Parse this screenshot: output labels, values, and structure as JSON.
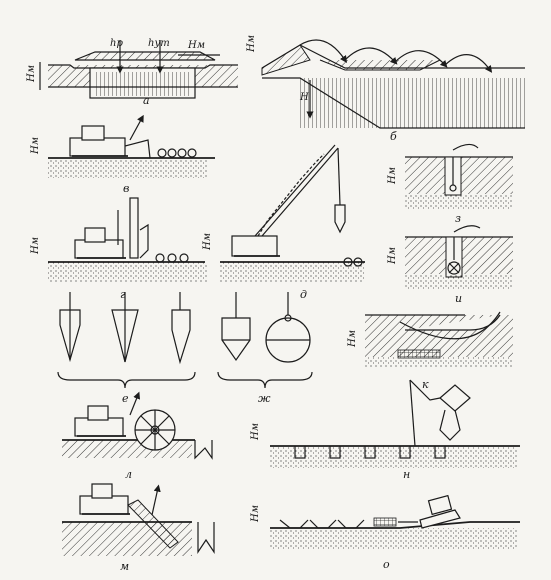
{
  "figure": {
    "panel_labels": {
      "a": "а",
      "b": "б",
      "v": "в",
      "g": "г",
      "d": "д",
      "e": "е",
      "zh": "ж",
      "z": "з",
      "i": "и",
      "k": "к",
      "l": "л",
      "m": "м",
      "n": "н",
      "o": "о"
    },
    "symbols": {
      "hm": "Hм",
      "hr": "hр",
      "hut": "hут",
      "H": "H"
    },
    "colors": {
      "ink": "#1c1c1c",
      "paper": "#f6f5f1"
    }
  }
}
